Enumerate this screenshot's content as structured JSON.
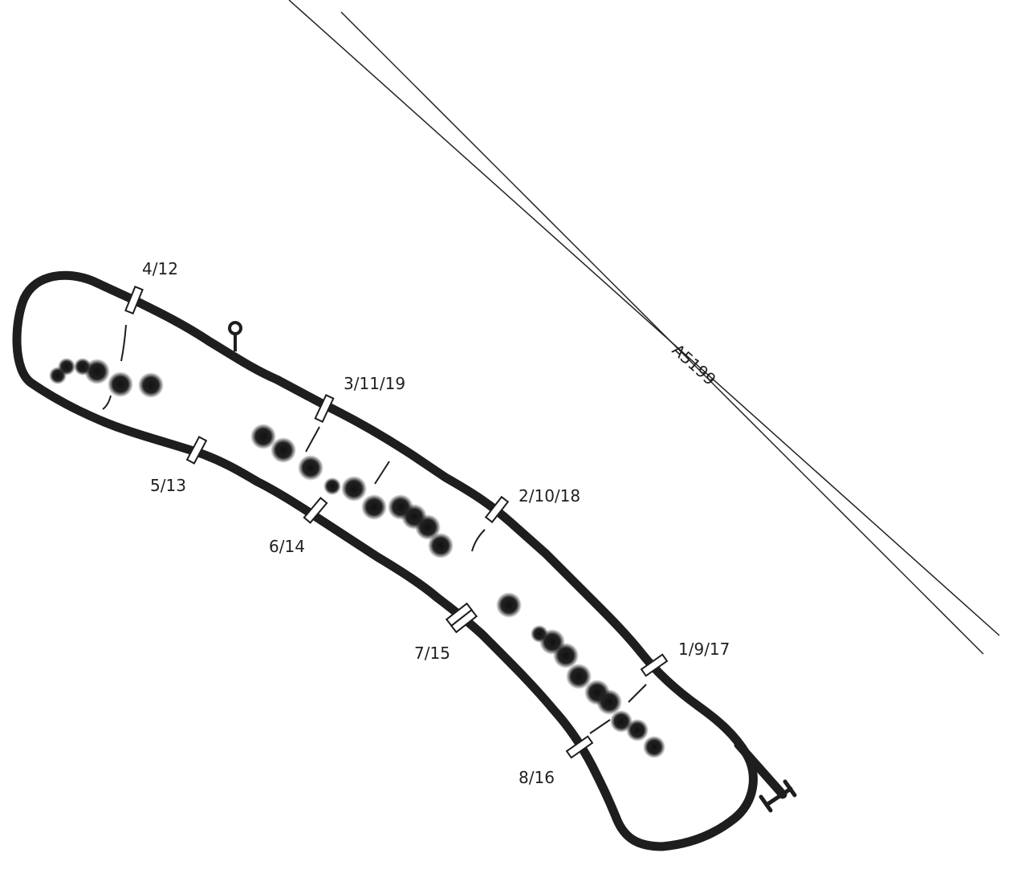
{
  "diagram": {
    "road_label": "A5199",
    "marshal_posts": [
      {
        "label": "4/12"
      },
      {
        "label": "3/11/19"
      },
      {
        "label": "5/13"
      },
      {
        "label": "2/10/18"
      },
      {
        "label": "6/14"
      },
      {
        "label": "7/15"
      },
      {
        "label": "1/9/17"
      },
      {
        "label": "8/16"
      }
    ],
    "colors": {
      "track": "#1e1e1e",
      "background": "#ffffff"
    }
  }
}
